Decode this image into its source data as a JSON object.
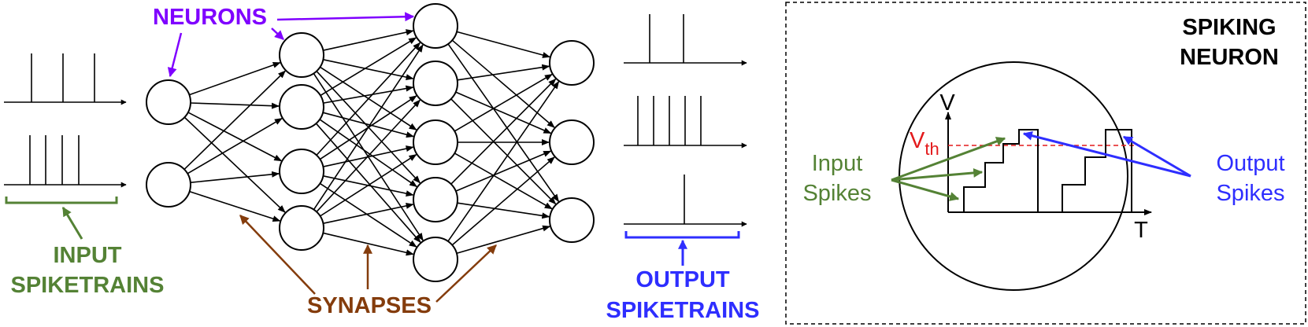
{
  "labels": {
    "neurons": "NEURONS",
    "input_line1": "INPUT",
    "input_line2": "SPIKETRAINS",
    "synapses": "SYNAPSES",
    "output_line1": "OUTPUT",
    "output_line2": "SPIKETRAINS",
    "spiking_line1": "SPIKING",
    "spiking_line2": "NEURON",
    "axis_v": "V",
    "axis_t": "T",
    "vth_main": "V",
    "vth_sub": "th",
    "input_spikes_line1": "Input",
    "input_spikes_line2": "Spikes",
    "output_spikes_line1": "Output",
    "output_spikes_line2": "Spikes"
  },
  "colors": {
    "neurons": "#7f00ff",
    "input": "#548235",
    "synapses": "#843c0c",
    "output": "#2e2eff",
    "threshold": "#e31a1c",
    "line": "#000000"
  },
  "network": {
    "layers": [
      2,
      4,
      5,
      3
    ]
  }
}
